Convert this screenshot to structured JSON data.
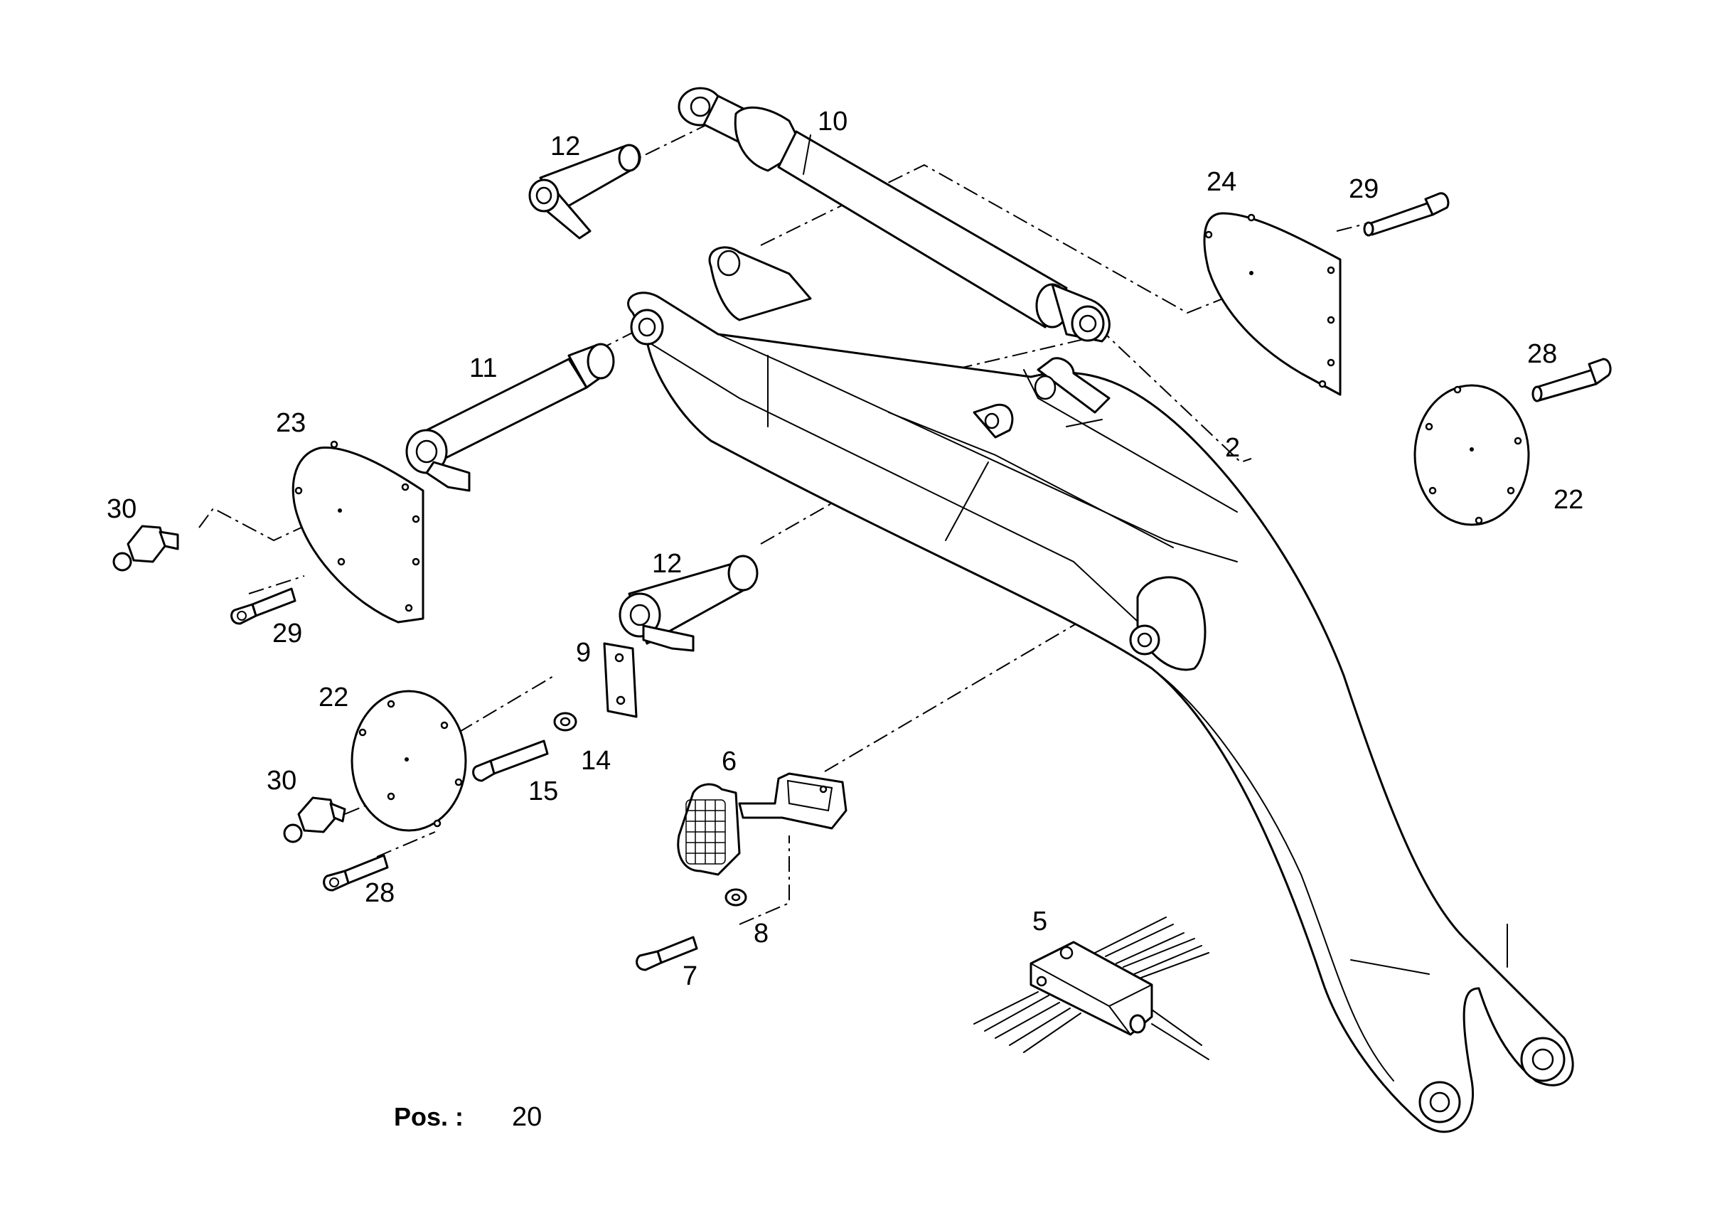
{
  "callouts": {
    "c10": "10",
    "c12a": "12",
    "c24": "24",
    "c29a": "29",
    "c11": "11",
    "c23": "23",
    "c28a": "28",
    "c2": "2",
    "c22a": "22",
    "c30a": "30",
    "c29b": "29",
    "c12b": "12",
    "c9": "9",
    "c22b": "22",
    "c14": "14",
    "c15": "15",
    "c6": "6",
    "c30b": "30",
    "c28b": "28",
    "c8": "8",
    "c7": "7",
    "c5": "5"
  },
  "footer": {
    "pos_label": "Pos. :",
    "pos_value": "20"
  }
}
